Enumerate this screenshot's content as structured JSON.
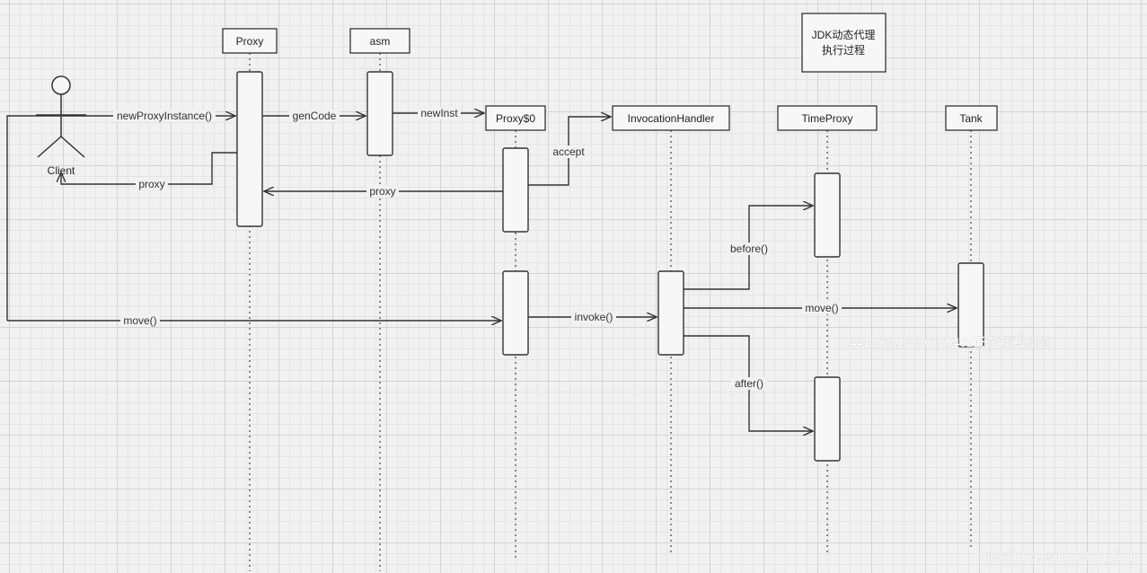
{
  "diagram": {
    "colors": {
      "line": "#333333",
      "box_fill": "#f7f7f7",
      "background": "#f1f1f1"
    },
    "actor": {
      "label": "Client"
    },
    "lifelines": [
      {
        "id": "proxy",
        "label": "Proxy"
      },
      {
        "id": "asm",
        "label": "asm"
      },
      {
        "id": "proxy0",
        "label": "Proxy$0"
      },
      {
        "id": "handler",
        "label": "InvocationHandler"
      },
      {
        "id": "timeproxy",
        "label": "TimeProxy"
      },
      {
        "id": "tank",
        "label": "Tank"
      }
    ],
    "title_note": {
      "line1": "JDK动态代理",
      "line2": "执行过程"
    },
    "messages": [
      {
        "id": "new-proxy-instance",
        "from": "client",
        "to": "proxy",
        "label": "newProxyInstance()"
      },
      {
        "id": "gen-code",
        "from": "proxy",
        "to": "asm",
        "label": "genCode"
      },
      {
        "id": "new-inst",
        "from": "asm",
        "to": "proxy0",
        "label": "newInst"
      },
      {
        "id": "accept",
        "from": "proxy0",
        "to": "handler",
        "label": "accept"
      },
      {
        "id": "proxy-return-1",
        "from": "proxy0",
        "to": "proxy",
        "label": "proxy"
      },
      {
        "id": "proxy-return-2",
        "from": "proxy",
        "to": "client",
        "label": "proxy"
      },
      {
        "id": "move-call",
        "from": "client",
        "to": "proxy0",
        "label": "move()"
      },
      {
        "id": "invoke",
        "from": "proxy0",
        "to": "handler",
        "label": "invoke()"
      },
      {
        "id": "before",
        "from": "handler",
        "to": "timeproxy",
        "label": "before()"
      },
      {
        "id": "move-tank",
        "from": "handler",
        "to": "tank",
        "label": "move()"
      },
      {
        "id": "after",
        "from": "handler",
        "to": "timeproxy",
        "label": "after()"
      }
    ],
    "watermarks": [
      {
        "id": "viewer-count",
        "text": "1441152115696160402正在观看视频"
      },
      {
        "id": "blog-url",
        "text": "https://blog.csdn.net/qq_lindy"
      }
    ]
  }
}
